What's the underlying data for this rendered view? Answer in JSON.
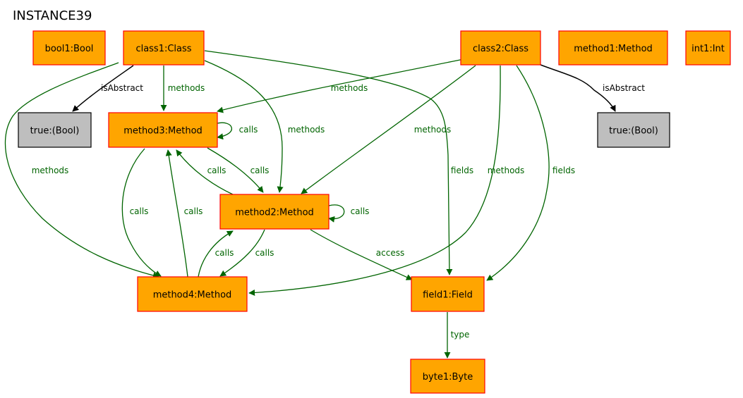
{
  "title": "INSTANCE39",
  "colors": {
    "node_fill": "#ffa500",
    "node_stroke": "#ff0000",
    "bool_fill": "#bebebe",
    "bool_stroke": "#000000",
    "edge_green": "#006400",
    "edge_black": "#000000"
  },
  "nodes": {
    "bool1": {
      "label": "bool1:Bool"
    },
    "class1": {
      "label": "class1:Class"
    },
    "class2": {
      "label": "class2:Class"
    },
    "method1": {
      "label": "method1:Method"
    },
    "int1": {
      "label": "int1:Int"
    },
    "trueA": {
      "label": "true:(Bool)"
    },
    "trueB": {
      "label": "true:(Bool)"
    },
    "method3": {
      "label": "method3:Method"
    },
    "method2": {
      "label": "method2:Method"
    },
    "method4": {
      "label": "method4:Method"
    },
    "field1": {
      "label": "field1:Field"
    },
    "byte1": {
      "label": "byte1:Byte"
    }
  },
  "edges": [
    {
      "from": "class1",
      "to": "trueA",
      "label": "isAbstract",
      "color": "edge_black"
    },
    {
      "from": "class1",
      "to": "method3",
      "label": "methods",
      "color": "edge_green"
    },
    {
      "from": "class1",
      "to": "method4",
      "label": "methods",
      "color": "edge_green"
    },
    {
      "from": "class1",
      "to": "method2",
      "label": "methods",
      "color": "edge_green"
    },
    {
      "from": "class1",
      "to": "field1",
      "label": "fields",
      "color": "edge_green"
    },
    {
      "from": "class2",
      "to": "method3",
      "label": "methods",
      "color": "edge_green"
    },
    {
      "from": "class2",
      "to": "method2",
      "label": "methods",
      "color": "edge_green"
    },
    {
      "from": "class2",
      "to": "method4",
      "label": "methods",
      "color": "edge_green"
    },
    {
      "from": "class2",
      "to": "field1",
      "label": "fields",
      "color": "edge_green"
    },
    {
      "from": "class2",
      "to": "trueB",
      "label": "isAbstract",
      "color": "edge_black"
    },
    {
      "from": "method3",
      "to": "method3",
      "label": "calls",
      "color": "edge_green"
    },
    {
      "from": "method3",
      "to": "method2",
      "label": "calls",
      "color": "edge_green"
    },
    {
      "from": "method2",
      "to": "method3",
      "label": "calls",
      "color": "edge_green"
    },
    {
      "from": "method3",
      "to": "method4",
      "label": "calls",
      "color": "edge_green"
    },
    {
      "from": "method4",
      "to": "method3",
      "label": "calls",
      "color": "edge_green"
    },
    {
      "from": "method2",
      "to": "method2",
      "label": "calls",
      "color": "edge_green"
    },
    {
      "from": "method4",
      "to": "method2",
      "label": "calls",
      "color": "edge_green"
    },
    {
      "from": "method2",
      "to": "method4",
      "label": "calls",
      "color": "edge_green"
    },
    {
      "from": "method2",
      "to": "field1",
      "label": "access",
      "color": "edge_green"
    },
    {
      "from": "field1",
      "to": "byte1",
      "label": "type",
      "color": "edge_green"
    }
  ]
}
